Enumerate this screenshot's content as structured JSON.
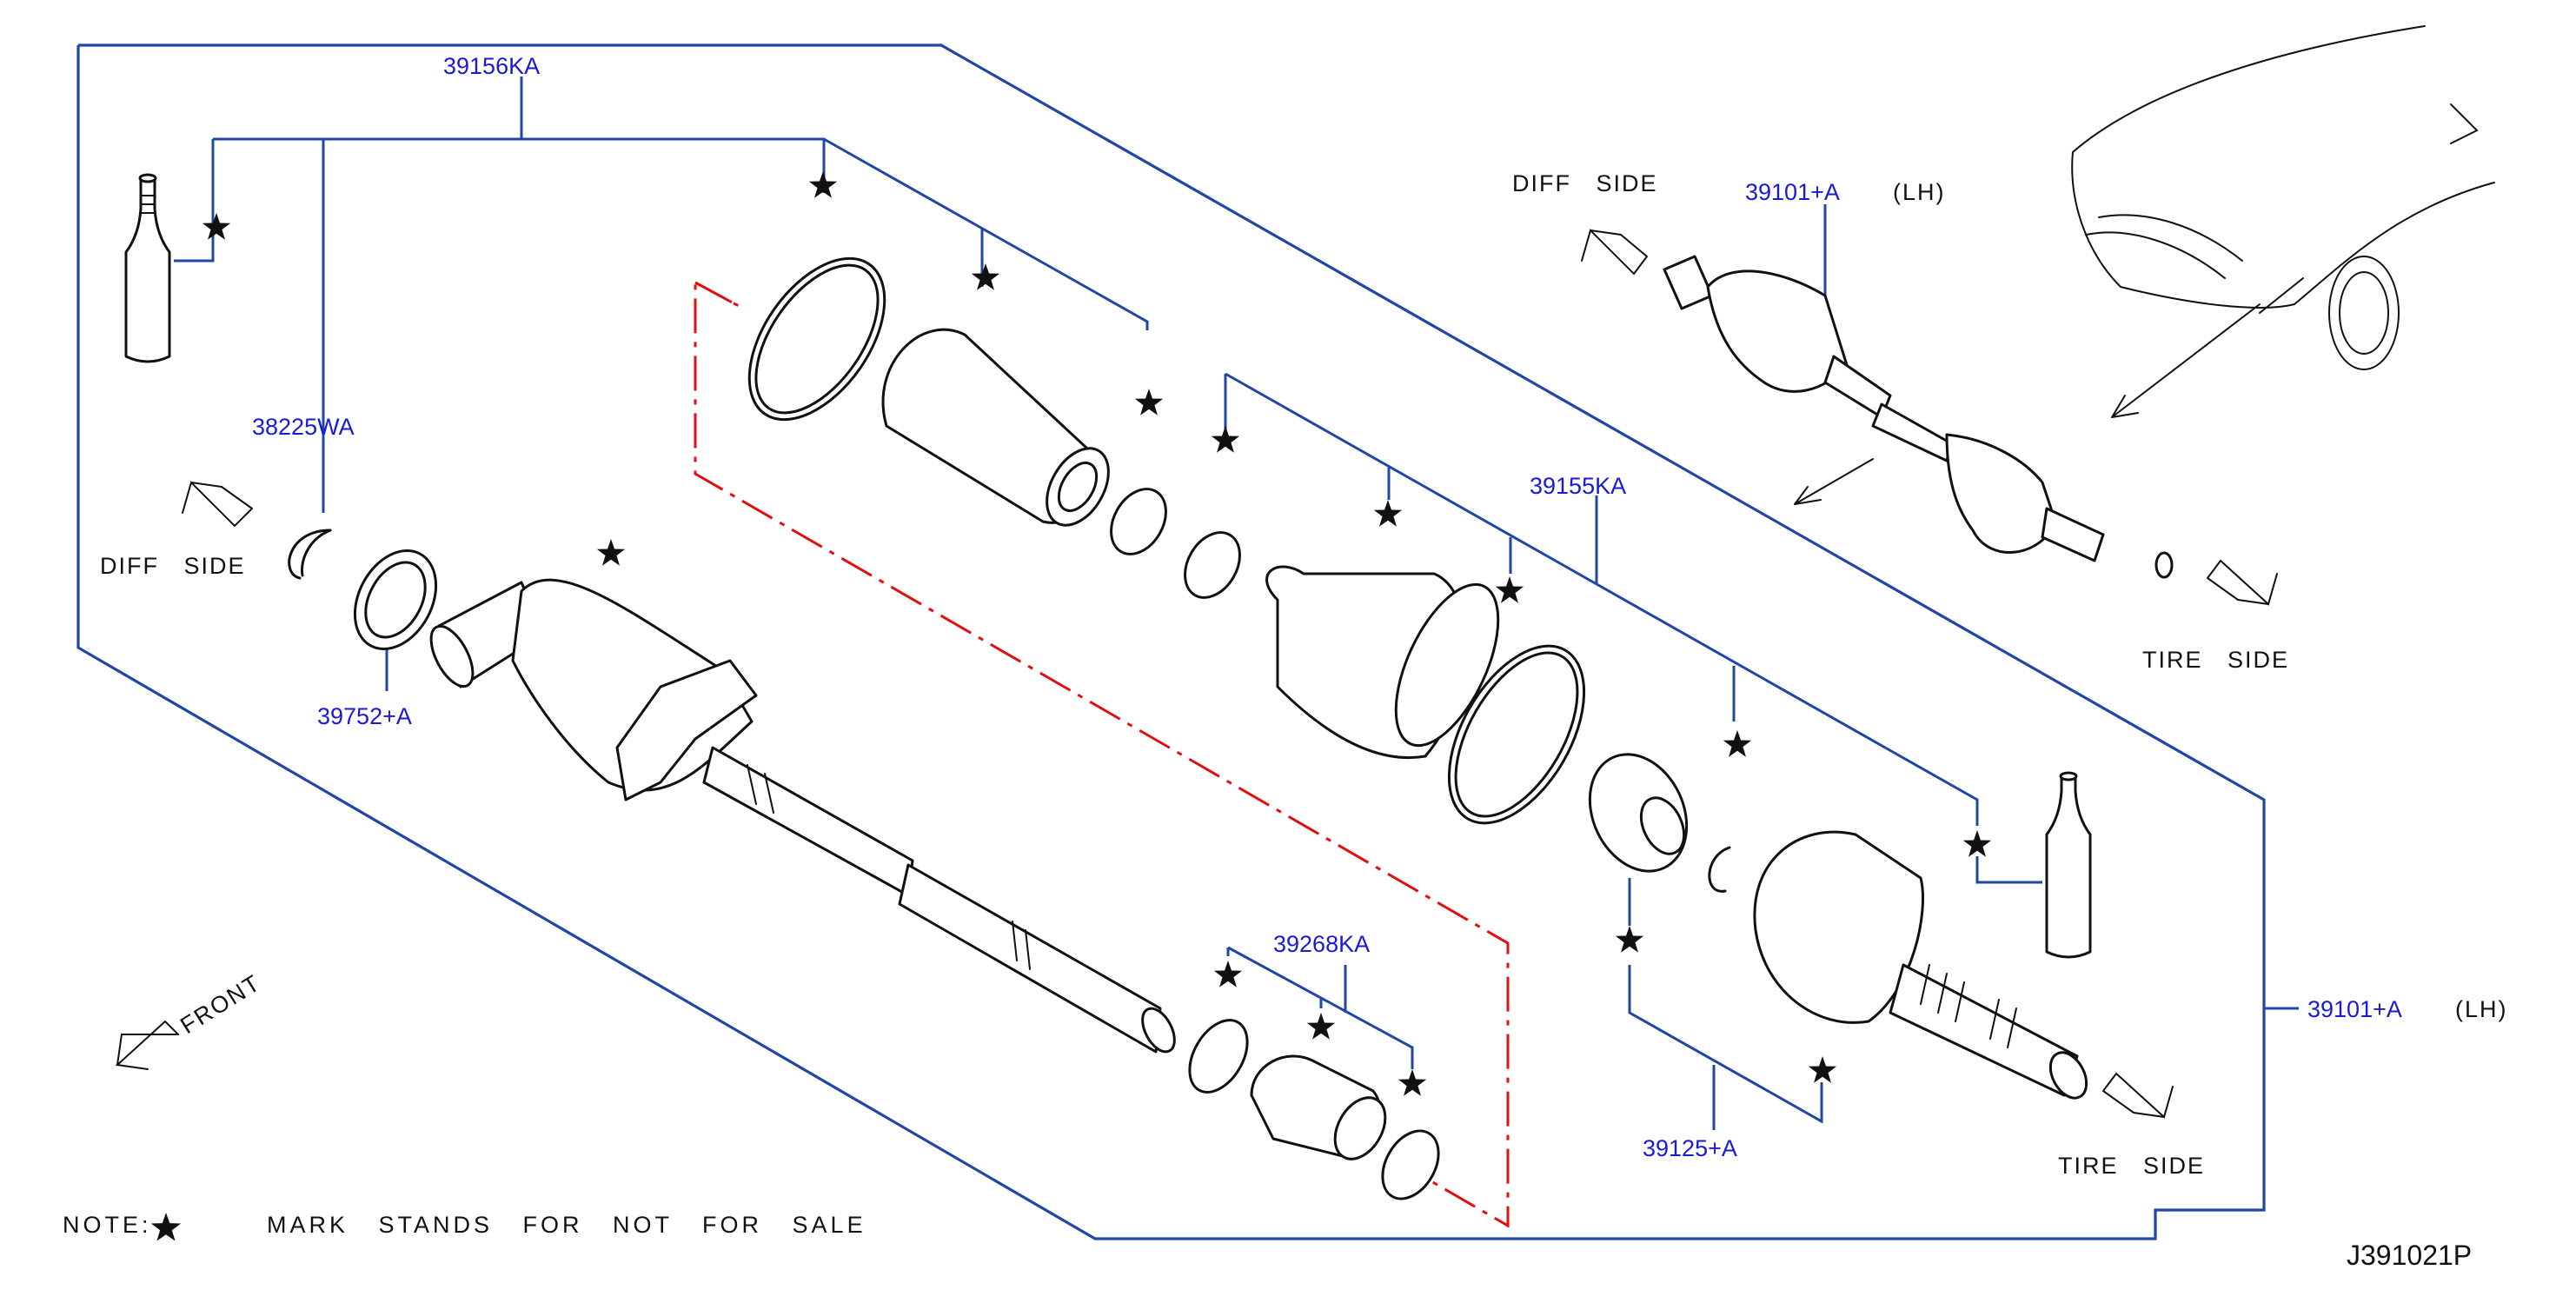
{
  "parts": {
    "kit_lh_outer": "39156KA",
    "snap_ring": "38225WA",
    "seal": "39752+A",
    "boot_kit_inner": "39155KA",
    "boot_kit_center": "39268KA",
    "joint_inner": "39125+A",
    "shaft_assy_overview": "39101+A",
    "shaft_assy_main": "39101+A"
  },
  "sides": {
    "lh_overview": "(LH)",
    "lh_main": "(LH)",
    "diff_side_left": "DIFF   SIDE",
    "diff_side_overview": "DIFF   SIDE",
    "tire_side_overview": "TIRE   SIDE",
    "tire_side_main": "TIRE   SIDE",
    "front": "FRONT"
  },
  "note": {
    "prefix": "NOTE:",
    "text": "MARK   STANDS   FOR   NOT   FOR   SALE"
  },
  "diagram_code": "J391021P",
  "colors": {
    "leader": "#1f47a3",
    "label": "#1a1ad6",
    "phantom_line": "#e01010",
    "ink": "#111111"
  }
}
